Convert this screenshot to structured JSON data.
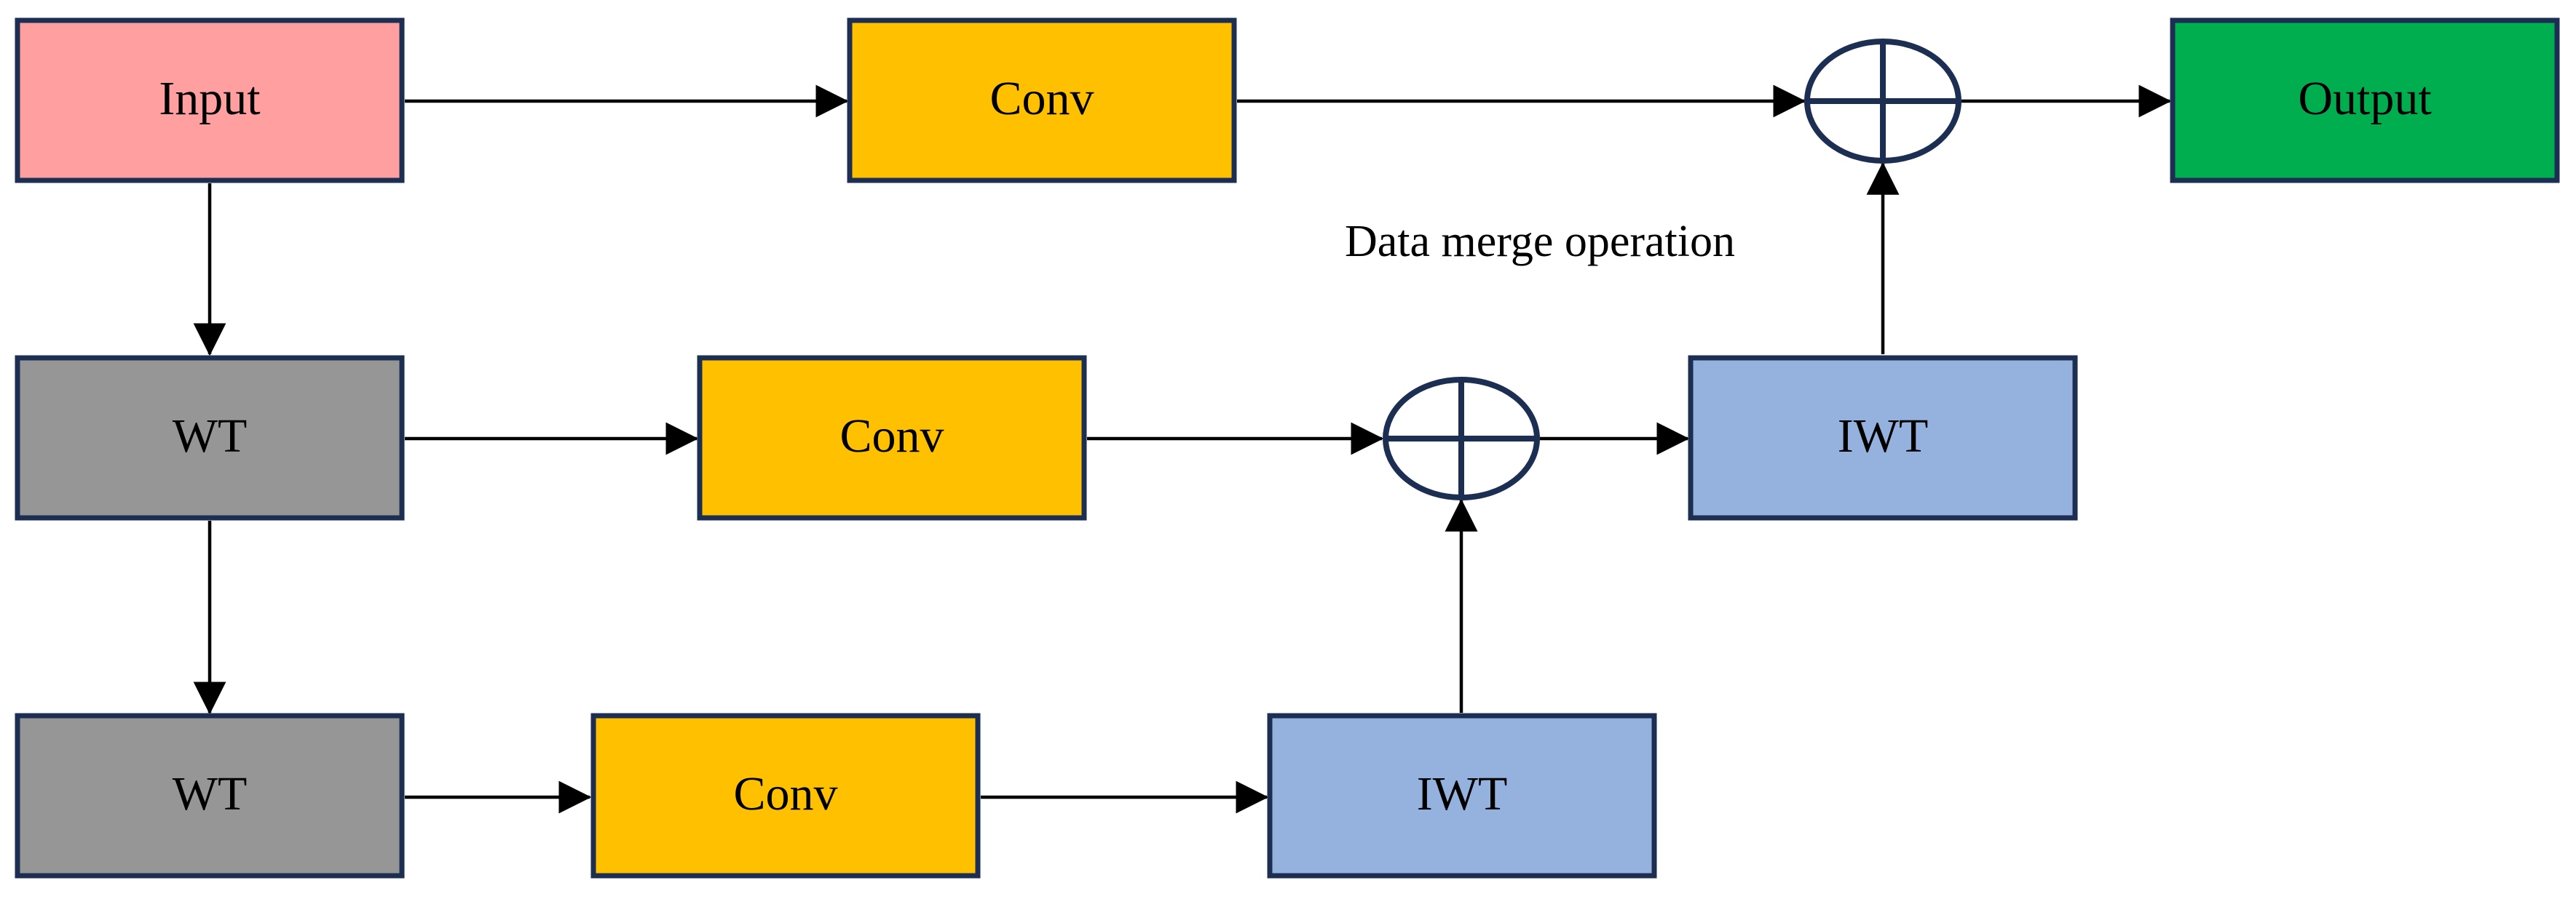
{
  "colors": {
    "input": "#ff9fa0",
    "conv": "#ffc000",
    "wt": "#969696",
    "iwt": "#95b1de",
    "output": "#00ad4f",
    "border": "#1c2e52",
    "arrow": "#000000"
  },
  "blocks": {
    "input": "Input",
    "conv_top": "Conv",
    "output": "Output",
    "wt_mid": "WT",
    "conv_mid": "Conv",
    "iwt_mid": "IWT",
    "wt_bottom": "WT",
    "conv_bottom": "Conv",
    "iwt_bottom": "IWT"
  },
  "annotations": {
    "merge_label": "Data merge operation"
  },
  "icons": {
    "merge": "circle-plus-icon"
  }
}
